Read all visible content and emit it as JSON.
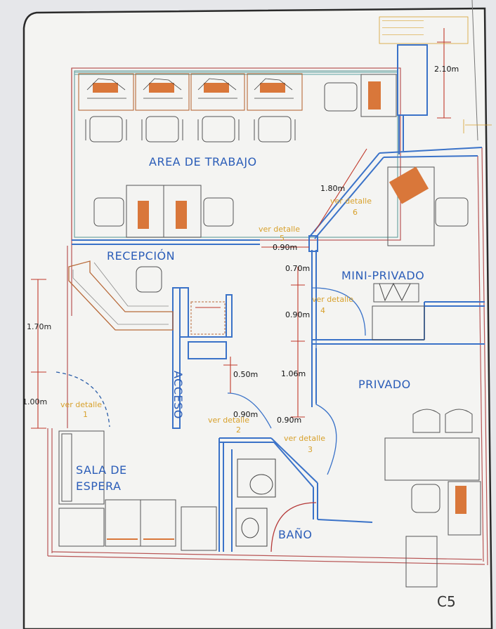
{
  "rooms": {
    "area_trabajo": "AREA DE TRABAJO",
    "recepcion": "RECEPCIÓN",
    "mini_privado": "MINI-PRIVADO",
    "privado": "PRIVADO",
    "acceso": "ACCESO",
    "sala_de_espera_line1": "SALA DE",
    "sala_de_espera_line2": "ESPERA",
    "bano": "BAÑO"
  },
  "dimensions": {
    "d_2_10": "2.10m",
    "d_1_80": "1.80m",
    "d_0_90_top": "0.90m",
    "d_0_70": "0.70m",
    "d_0_90_mid": "0.90m",
    "d_1_06": "1.06m",
    "d_0_50": "0.50m",
    "d_0_90_bl": "0.90m",
    "d_0_90_br": "0.90m",
    "d_1_70": "1.70m",
    "d_1_00": "1.00m"
  },
  "detail_notes": {
    "n1_line1": "ver detalle",
    "n1_line2": "1",
    "n2_line1": "ver detalle",
    "n2_line2": "2",
    "n3_line1": "ver detalle",
    "n3_line2": "3",
    "n4_line1": "ver detalle",
    "n4_line2": "4",
    "n5_line1": "ver detalle",
    "n5_line2": "5",
    "n6_line1": "ver detalle",
    "n6_line2": "6"
  },
  "sheet_label": "C5",
  "colors": {
    "paper": "#f3f3f1",
    "wall_blue": "#3a72c8",
    "furniture_brown": "#c9692a",
    "dim_red": "#c0392b",
    "note_yellow": "#d8a12c",
    "outline_dark": "#2a2a2a"
  }
}
